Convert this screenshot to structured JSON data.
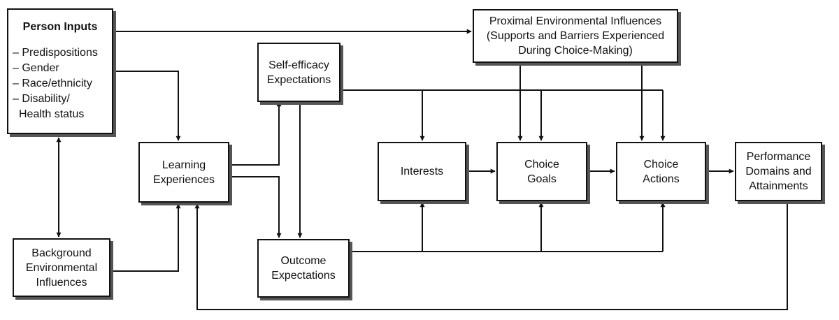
{
  "person_inputs": {
    "title": "Person Inputs",
    "items": [
      "– Predispositions",
      "– Gender",
      "– Race/ethnicity",
      "– Disability/"
    ],
    "item_continuation": "Health status"
  },
  "background": {
    "lines": [
      "Background",
      "Environmental",
      "Influences"
    ]
  },
  "learning": {
    "lines": [
      "Learning",
      "Experiences"
    ]
  },
  "self_efficacy": {
    "lines": [
      "Self-efficacy",
      "Expectations"
    ]
  },
  "outcome": {
    "lines": [
      "Outcome",
      "Expectations"
    ]
  },
  "interests": {
    "lines": [
      "Interests"
    ]
  },
  "choice_goals": {
    "lines": [
      "Choice",
      "Goals"
    ]
  },
  "choice_actions": {
    "lines": [
      "Choice",
      "Actions"
    ]
  },
  "performance": {
    "lines": [
      "Performance",
      "Domains and",
      "Attainments"
    ]
  },
  "proximal": {
    "lines": [
      "Proximal Environmental Influences",
      "(Supports and Barriers Experienced",
      "During Choice-Making)"
    ]
  },
  "colors": {
    "line": "#111111",
    "shadow": "#555555",
    "box_fill": "#ffffff"
  }
}
